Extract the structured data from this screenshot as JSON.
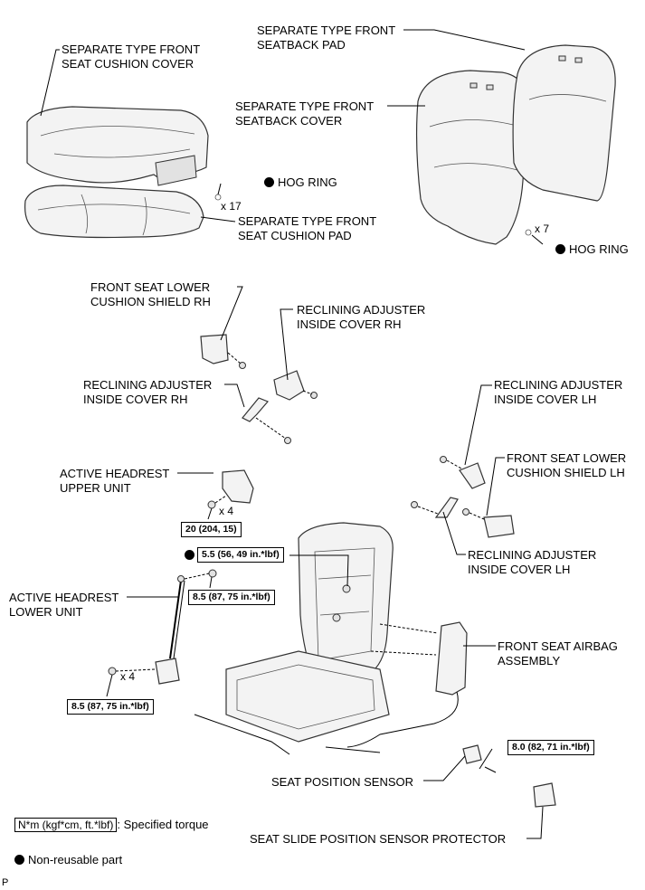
{
  "labels": {
    "cushion_cover": [
      "SEPARATE TYPE FRONT",
      "SEAT CUSHION COVER"
    ],
    "seatback_pad": [
      "SEPARATE TYPE FRONT",
      "SEATBACK PAD"
    ],
    "seatback_cover": [
      "SEPARATE TYPE FRONT",
      "SEATBACK COVER"
    ],
    "cushion_pad": [
      "SEPARATE TYPE FRONT",
      "SEAT CUSHION PAD"
    ],
    "lower_shield_rh": [
      "FRONT SEAT LOWER",
      "CUSHION SHIELD RH"
    ],
    "reclining_rh_1": [
      "RECLINING ADJUSTER",
      "INSIDE COVER RH"
    ],
    "reclining_rh_2": [
      "RECLINING ADJUSTER",
      "INSIDE COVER RH"
    ],
    "reclining_lh_1": [
      "RECLINING ADJUSTER",
      "INSIDE COVER LH"
    ],
    "lower_shield_lh": [
      "FRONT SEAT LOWER",
      "CUSHION SHIELD LH"
    ],
    "headrest_upper": [
      "ACTIVE HEADREST",
      "UPPER UNIT"
    ],
    "reclining_lh_2": [
      "RECLINING ADJUSTER",
      "INSIDE COVER LH"
    ],
    "headrest_lower": [
      "ACTIVE HEADREST",
      "LOWER UNIT"
    ],
    "airbag": [
      "FRONT SEAT AIRBAG",
      "ASSEMBLY"
    ],
    "position_sensor": "SEAT POSITION SENSOR",
    "slide_protector": "SEAT SLIDE POSITION SENSOR PROTECTOR"
  },
  "hog_ring_left": "HOG RING",
  "hog_ring_right": "HOG RING",
  "qty": {
    "hog_left": "x 17",
    "hog_right": "x 7",
    "upper_unit": "x 4",
    "lower_unit": "x 4"
  },
  "torques": {
    "t1": "20 (204, 15)",
    "t2": "5.5 (56, 49 in.*lbf)",
    "t3": "8.5 (87, 75 in.*lbf)",
    "t4": "8.5 (87, 75 in.*lbf)",
    "t5": "8.0 (82, 71 in.*lbf)"
  },
  "legend": {
    "torque_box": "N*m (kgf*cm, ft.*lbf)",
    "torque_text": ": Specified torque",
    "nonreusable": "Non-reusable part"
  },
  "corner_mark": "P"
}
